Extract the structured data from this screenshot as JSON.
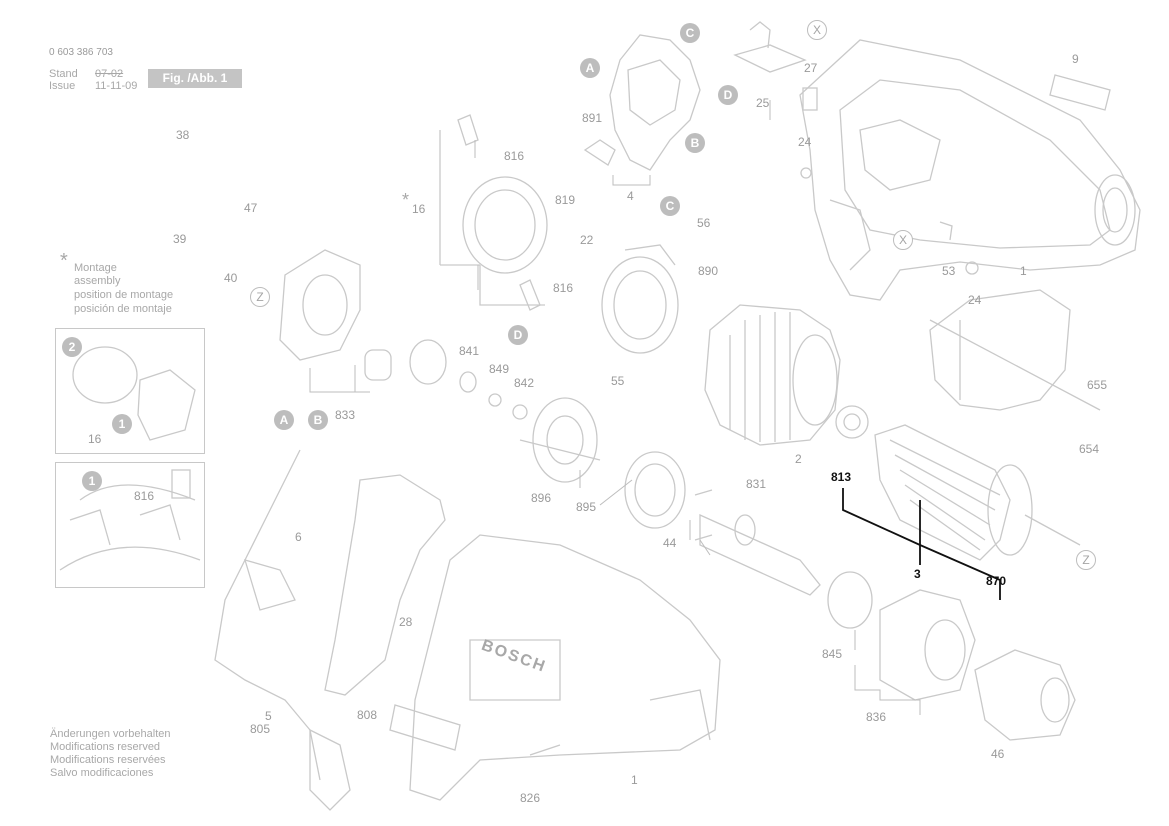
{
  "header": {
    "doc_number": "0 603 386 703",
    "stand_label": "Stand",
    "stand_value": "07-02",
    "issue_label": "Issue",
    "issue_value": "11-11-09",
    "figure_label": "Fig. /Abb. 1"
  },
  "notes": {
    "asterisk": "*",
    "montage": [
      "Montage",
      "assembly",
      "position de montage",
      "posición de montaje"
    ],
    "modifications": [
      "Änderungen vorbehalten",
      "Modifications reserved",
      "Modifications reservées",
      "Salvo modificaciones"
    ]
  },
  "brand_text": "BOSCH",
  "letter_labels": {
    "A": "A",
    "B": "B",
    "C": "C",
    "D": "D",
    "X": "X",
    "Z": "Z"
  },
  "step_numbers": {
    "one": "1",
    "two": "2"
  },
  "part_numbers": {
    "p1_top": "1",
    "p1_bottom": "1",
    "p2": "2",
    "p3": "3",
    "p4": "4",
    "p5": "5",
    "p6": "6",
    "p9": "9",
    "p16_a": "16",
    "p16_b": "16",
    "p22": "22",
    "p24_a": "24",
    "p24_b": "24",
    "p25": "25",
    "p27": "27",
    "p28": "28",
    "p38": "38",
    "p39": "39",
    "p40": "40",
    "p44": "44",
    "p46": "46",
    "p47": "47",
    "p53": "53",
    "p55": "55",
    "p56": "56",
    "p654": "654",
    "p655": "655",
    "p805": "805",
    "p808": "808",
    "p813": "813",
    "p816_a": "816",
    "p816_b": "816",
    "p816_c": "816",
    "p819": "819",
    "p826": "826",
    "p831": "831",
    "p833": "833",
    "p836": "836",
    "p841": "841",
    "p842": "842",
    "p845": "845",
    "p849": "849",
    "p870": "870",
    "p890": "890",
    "p891": "891",
    "p895": "895",
    "p896": "896"
  },
  "colors": {
    "line": "#c9c9c9",
    "label_fill": "#bdbdbd",
    "highlight": "#111111",
    "text": "#9a9a9a"
  }
}
